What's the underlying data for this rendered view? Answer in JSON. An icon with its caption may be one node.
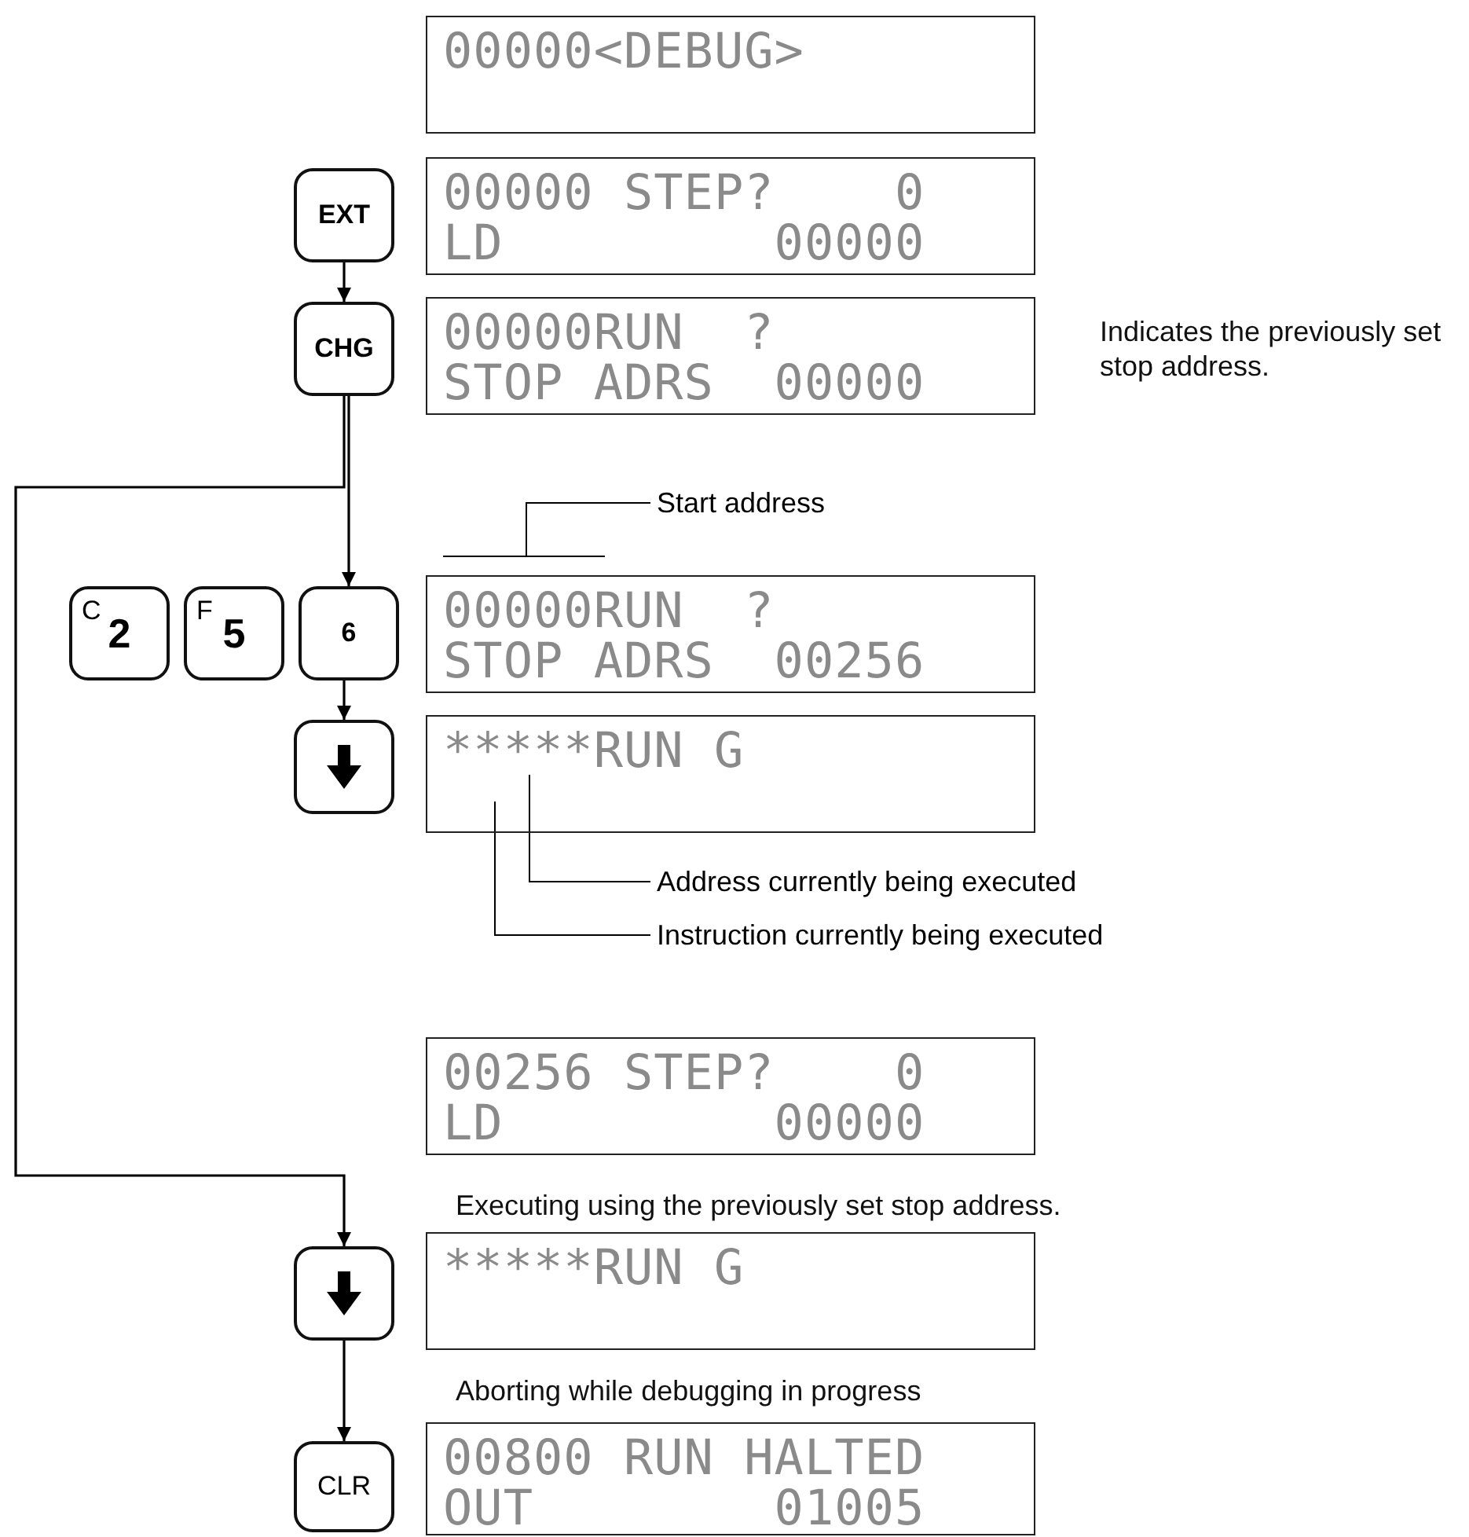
{
  "diagram": {
    "nodes": [
      {
        "text": [
          "00000<DEBUG>"
        ]
      },
      {
        "text": [
          "EXT"
        ]
      },
      {
        "text": [
          "00000 STEP?    0",
          "LD         00000"
        ]
      },
      {
        "text": [
          "CHG"
        ]
      },
      {
        "text": [
          "00000RUN  ?",
          "STOP ADRS  00000"
        ],
        "beside": [
          "Indicates the previously set stop address."
        ]
      },
      {
        "text": [
          "Start address"
        ]
      },
      {
        "text": [
          "C",
          "2"
        ]
      },
      {
        "text": [
          "F",
          "5"
        ]
      },
      {
        "text": [
          "6"
        ]
      },
      {
        "text": [
          "00000RUN  ?",
          "STOP ADRS  00256"
        ]
      },
      {
        "text": [],
        "shape": "box"
      },
      {
        "text": [
          "*****RUN G"
        ]
      },
      {
        "text": [
          "Address currently being executed"
        ]
      },
      {
        "text": [
          "Instruction currently being executed"
        ]
      },
      {
        "text": [
          "00256 STEP?    0",
          "LD         00000"
        ]
      },
      {
        "text": [],
        "shape": "box"
      },
      {
        "text": [
          "*****RUN G"
        ],
        "beside": [
          "Executing using the previously set stop address."
        ]
      },
      {
        "text": [
          "CLR"
        ]
      },
      {
        "text": [
          "00800 RUN HALTED",
          "OUT        01005"
        ],
        "beside": [
          "Aborting while debugging in progress"
        ]
      }
    ],
    "edges": [
      {
        "from": 1,
        "to": 3,
        "arrow": "to"
      },
      {
        "from": 3,
        "to": 8,
        "arrow": "to"
      },
      {
        "from": 3,
        "to": 15,
        "arrow": "to"
      },
      {
        "from": 8,
        "to": 10,
        "arrow": "to"
      },
      {
        "from": 15,
        "to": 17,
        "arrow": "to"
      },
      {
        "from": 5,
        "to": 9,
        "arrow": "none"
      },
      {
        "from": 12,
        "to": 11,
        "arrow": "none"
      },
      {
        "from": 13,
        "to": 11,
        "arrow": "none"
      }
    ]
  }
}
